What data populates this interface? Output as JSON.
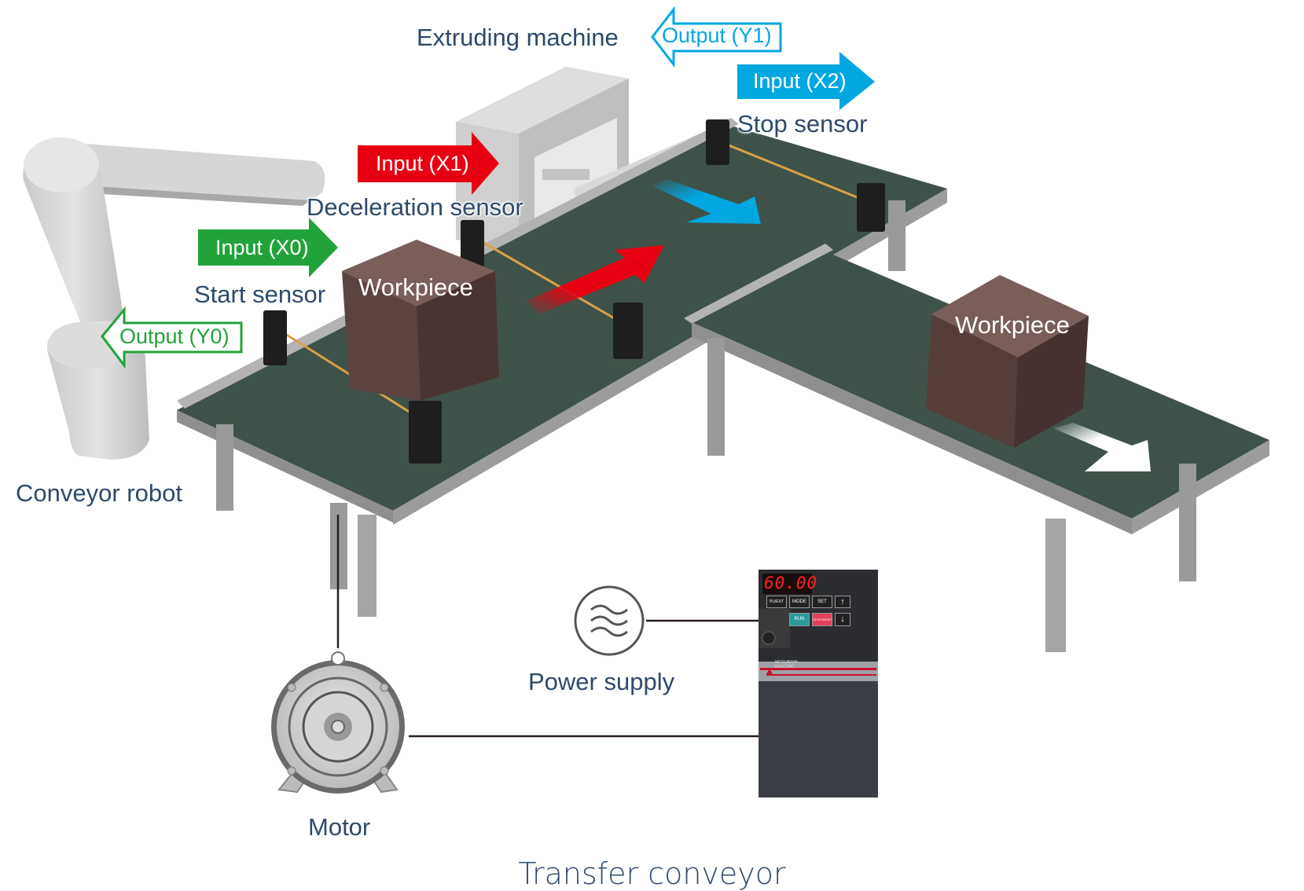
{
  "title": "Transfer conveyor",
  "colors": {
    "input_x0": "#22a33a",
    "input_x1": "#e60012",
    "input_x2": "#00a7e1",
    "output_y0": "#22a33a",
    "output_y1": "#00a7e1",
    "belt": "#3f5249",
    "frame": "#a6a6a6",
    "workpiece": "#553d3a",
    "label_text": "#2e4a6b"
  },
  "components": {
    "extruding_machine": "Extruding machine",
    "stop_sensor": "Stop sensor",
    "deceleration_sensor": "Deceleration sensor",
    "start_sensor": "Start sensor",
    "conveyor_robot": "Conveyor robot",
    "workpiece_1": "Workpiece",
    "workpiece_2": "Workpiece",
    "power_supply": "Power supply",
    "motor": "Motor"
  },
  "signals": {
    "output_y1": "Output (Y1)",
    "input_x2": "Input (X2)",
    "input_x1": "Input (X1)",
    "input_x0": "Input (X0)",
    "output_y0": "Output (Y0)"
  },
  "inverter": {
    "display_value": "60.00",
    "buttons": {
      "pu_ext": "PU/EXT",
      "mode": "MODE",
      "set": "SET",
      "up": "↑",
      "run": "RUN",
      "stop_reset": "STOP/RESET",
      "down": "↓"
    },
    "brand": "MITSUBISHI ELECTRIC"
  },
  "icons": {
    "power_supply": "ac-wave-icon",
    "motor": "motor-icon"
  }
}
